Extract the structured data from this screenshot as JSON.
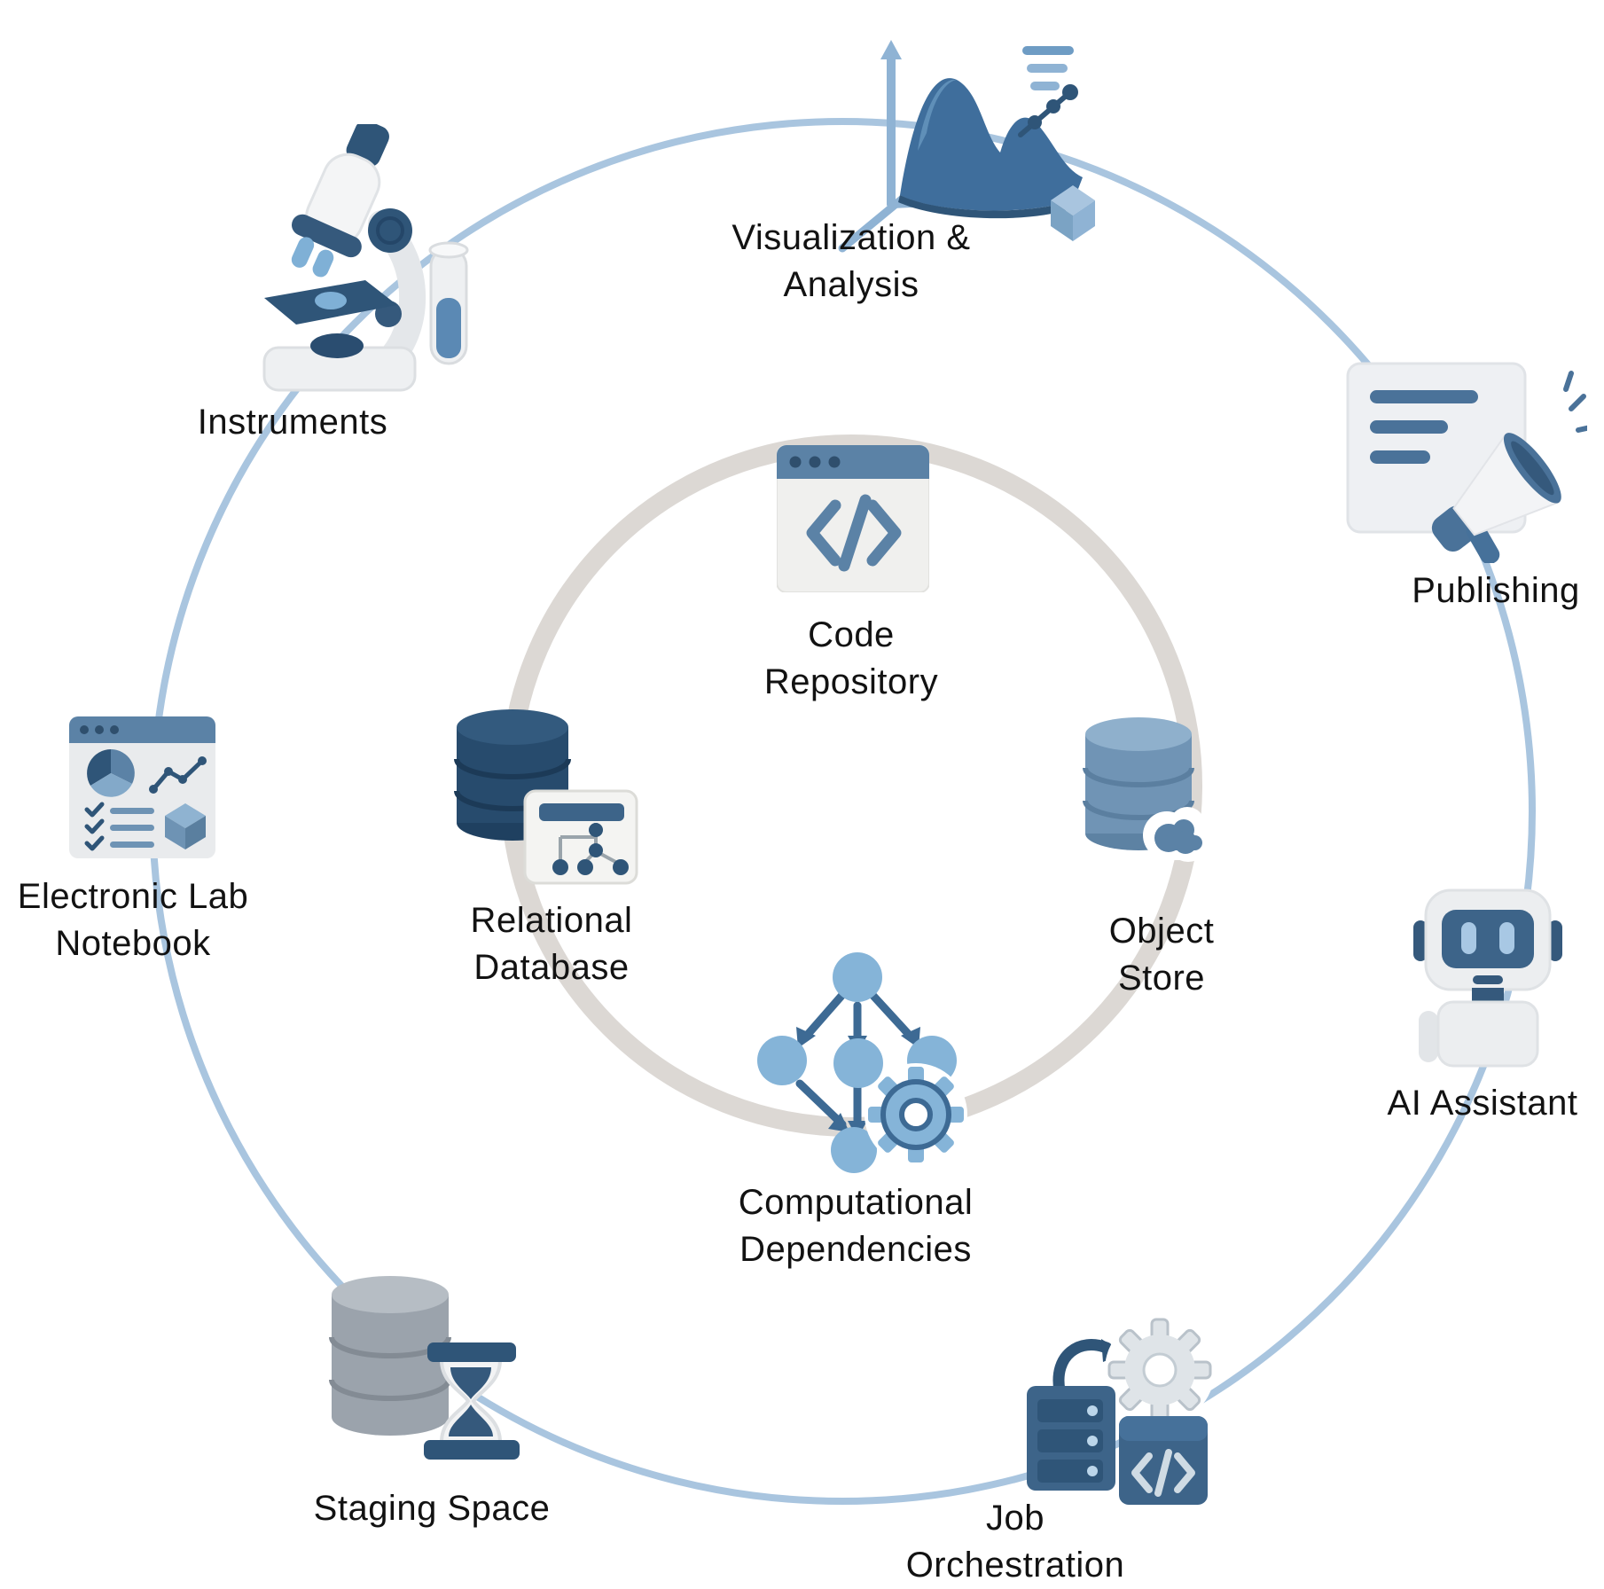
{
  "diagram_title": "",
  "colors": {
    "outer_ring": "#a9c5df",
    "inner_ring": "#dcd8d4",
    "navy": "#2f5578",
    "steel_blue": "#5b82a6",
    "light_blue": "#85b4d8",
    "label_text": "#121212"
  },
  "outer_nodes": {
    "visualization": {
      "line1": "Visualization &",
      "line2": "Analysis",
      "icon": "surface-chart-icon"
    },
    "instruments": {
      "label": "Instruments",
      "icon": "microscope-icon"
    },
    "publishing": {
      "label": "Publishing",
      "icon": "document-megaphone-icon"
    },
    "ai_assistant": {
      "label": "AI Assistant",
      "icon": "robot-icon"
    },
    "job_orchestration": {
      "line1": "Job",
      "line2": "Orchestration",
      "icon": "server-gear-code-icon"
    },
    "staging_space": {
      "label": "Staging Space",
      "icon": "database-hourglass-icon"
    },
    "electronic_lab_notebook": {
      "line1": "Electronic Lab",
      "line2": "Notebook",
      "icon": "dashboard-window-icon"
    }
  },
  "inner_nodes": {
    "code_repository": {
      "line1": "Code",
      "line2": "Repository",
      "icon": "code-window-icon"
    },
    "relational_database": {
      "line1": "Relational",
      "line2": "Database",
      "icon": "database-schema-icon"
    },
    "object_store": {
      "line1": "Object",
      "line2": "Store",
      "icon": "database-cloud-icon"
    },
    "computational_dependencies": {
      "line1": "Computational",
      "line2": "Dependencies",
      "icon": "dag-gear-icon"
    }
  }
}
